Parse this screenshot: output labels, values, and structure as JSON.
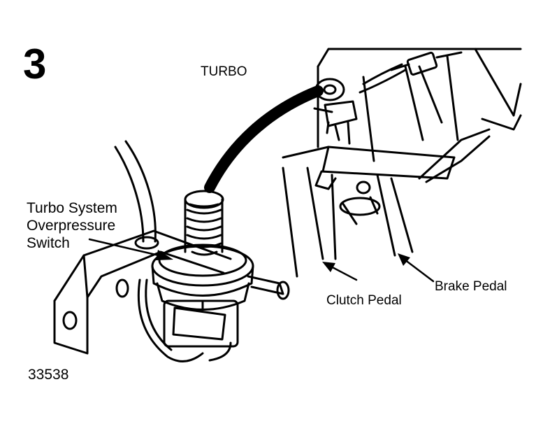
{
  "figure": {
    "step_number": "3",
    "heading": "TURBO",
    "figure_number": "33538"
  },
  "labels": {
    "switch": "Turbo System\nOverpressure\nSwitch",
    "clutch_pedal": "Clutch Pedal",
    "brake_pedal": "Brake Pedal"
  },
  "colors": {
    "ink": "#000000",
    "paper": "#ffffff"
  }
}
